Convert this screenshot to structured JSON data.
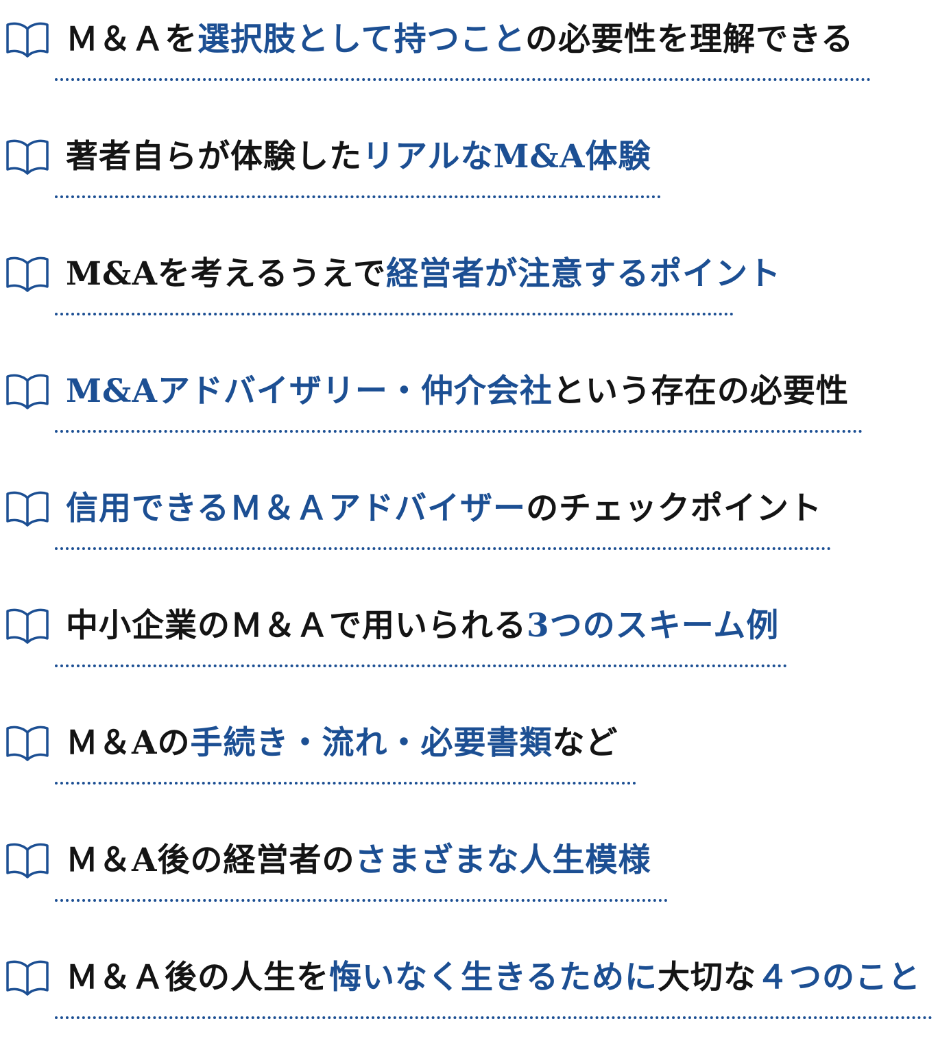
{
  "colors": {
    "text_black": "#141414",
    "accent_blue": "#1c4f93"
  },
  "items": [
    {
      "icon": "open-book-icon",
      "segments": [
        {
          "text": "Ｍ＆Ａを",
          "color": "black"
        },
        {
          "text": "選択肢として持つこと",
          "color": "blue"
        },
        {
          "text": "の必要性を理解できる",
          "color": "black"
        }
      ]
    },
    {
      "icon": "open-book-icon",
      "segments": [
        {
          "text": "著者自らが体験した",
          "color": "black"
        },
        {
          "text": "リアルなM&A体験",
          "color": "blue"
        }
      ]
    },
    {
      "icon": "open-book-icon",
      "segments": [
        {
          "text": "M&Aを考えるうえで",
          "color": "black"
        },
        {
          "text": "経営者が注意するポイント",
          "color": "blue"
        }
      ]
    },
    {
      "icon": "open-book-icon",
      "segments": [
        {
          "text": "M&Aアドバイザリー・仲介会社",
          "color": "blue"
        },
        {
          "text": "という存在の必要性",
          "color": "black"
        }
      ]
    },
    {
      "icon": "open-book-icon",
      "segments": [
        {
          "text": "信用できるＭ＆Ａアドバイザー",
          "color": "blue"
        },
        {
          "text": "のチェックポイント",
          "color": "black"
        }
      ]
    },
    {
      "icon": "open-book-icon",
      "segments": [
        {
          "text": "中小企業のＭ＆Ａで用いられる",
          "color": "black"
        },
        {
          "text": "3つのスキーム例",
          "color": "blue"
        }
      ]
    },
    {
      "icon": "open-book-icon",
      "segments": [
        {
          "text": "Ｍ＆Aの",
          "color": "black"
        },
        {
          "text": "手続き・流れ・必要書類",
          "color": "blue"
        },
        {
          "text": "など",
          "color": "black"
        }
      ]
    },
    {
      "icon": "open-book-icon",
      "segments": [
        {
          "text": "Ｍ＆A後の経営者の",
          "color": "black"
        },
        {
          "text": "さまざまな人生模様",
          "color": "blue"
        }
      ]
    },
    {
      "icon": "open-book-icon",
      "segments": [
        {
          "text": "Ｍ＆Ａ後の人生を",
          "color": "black"
        },
        {
          "text": "悔いなく生きるために",
          "color": "blue"
        },
        {
          "text": "大切な",
          "color": "black"
        },
        {
          "text": "４つのこと",
          "color": "blue"
        }
      ]
    }
  ]
}
